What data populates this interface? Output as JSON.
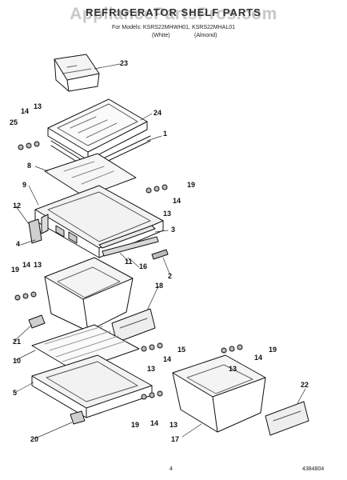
{
  "header": {
    "title": "REFRIGERATOR SHELF PARTS",
    "watermark": "AppliancePartsPros.com",
    "model_line": "For Models: KSRS22MHWH01, KSRS22MHAL01",
    "variant_left": "(White)",
    "variant_right": "(Almond)"
  },
  "callouts": [
    "23",
    "24",
    "1",
    "14",
    "13",
    "25",
    "8",
    "19",
    "9",
    "14",
    "13",
    "12",
    "3",
    "4",
    "11",
    "16",
    "2",
    "19",
    "14",
    "13",
    "18",
    "21",
    "15",
    "10",
    "14",
    "13",
    "19",
    "14",
    "13",
    "22",
    "5",
    "19",
    "14",
    "13",
    "20",
    "17"
  ],
  "footer": {
    "page_number": "4",
    "doc_number": "4384804"
  }
}
